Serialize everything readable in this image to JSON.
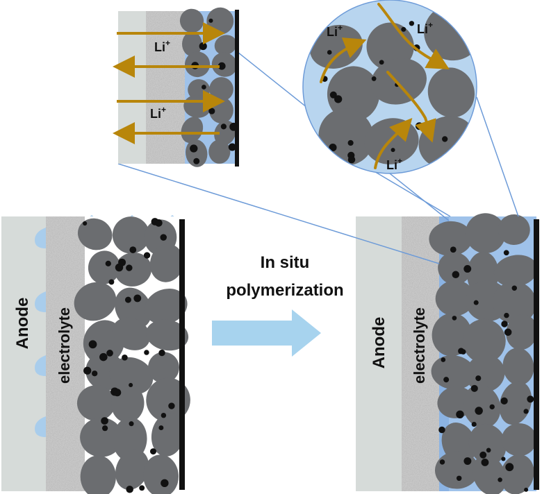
{
  "labels": {
    "anode": "Anode",
    "electrolyte": "electrolyte",
    "process_line1": "In situ",
    "process_line2": "polymerization",
    "ion": "Li",
    "ion_charge": "+"
  },
  "colors": {
    "anode": "#d6dbd9",
    "electrolyte": "#b9b9b9",
    "particle": "#6b6d70",
    "carbon": "#111111",
    "collector": "#111111",
    "liquid": "#a9cdec",
    "polymer": "#9fc2ea",
    "polymer_dark": "#5f8fd0",
    "arrow_process": "#a7d3ee",
    "ion_path": "#b8860b",
    "zoom_circle": "#b8d5ef",
    "zoom_line": "#6d9bd8"
  },
  "icons": {
    "process_arrow": "right-arrow-icon",
    "ion_arrow": "arrow-icon"
  }
}
